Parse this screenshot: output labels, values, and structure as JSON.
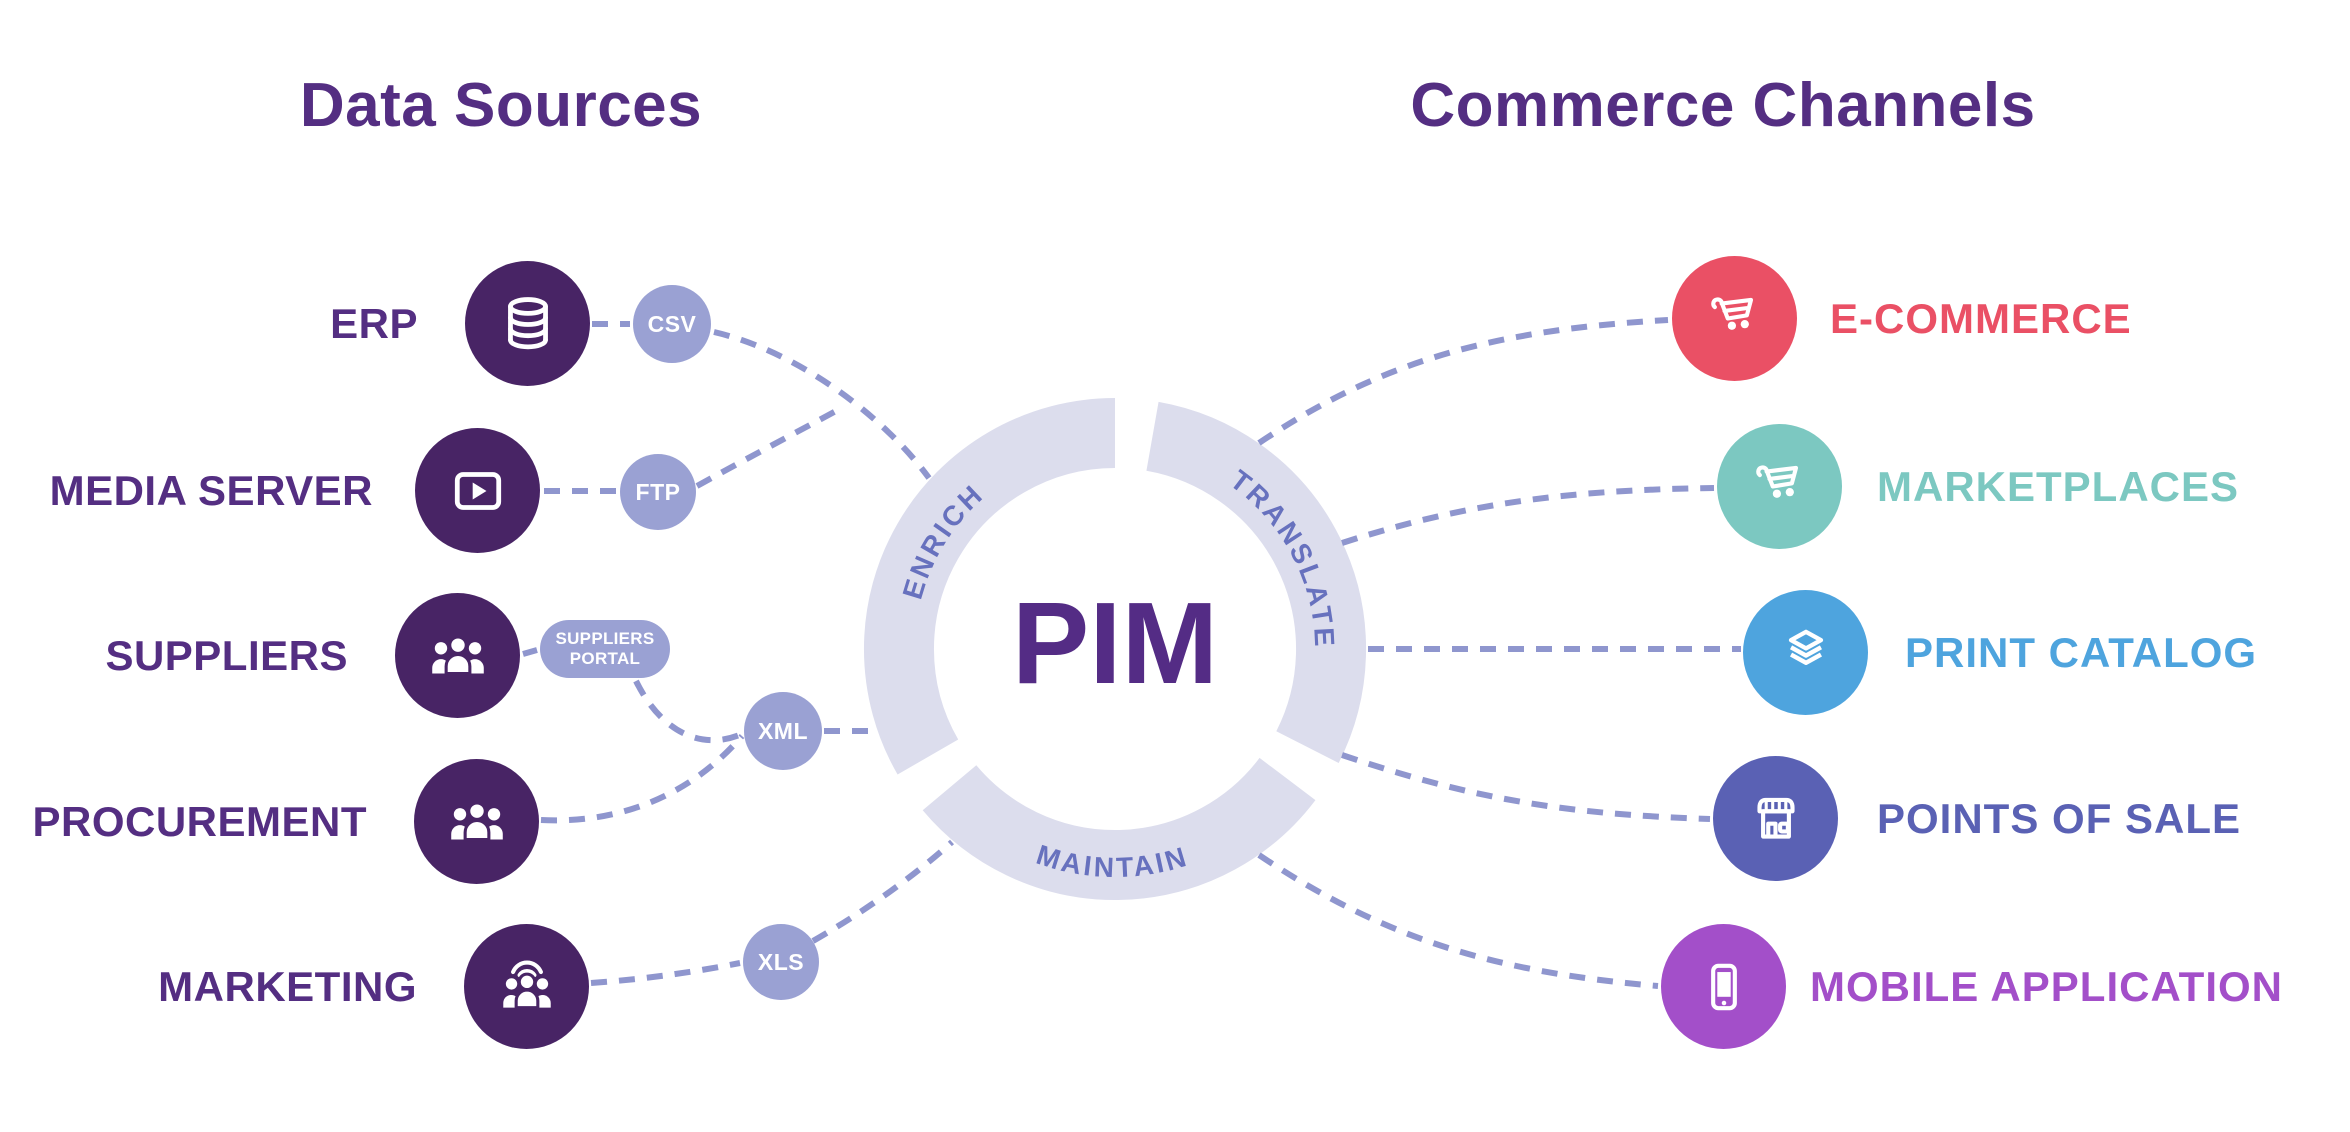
{
  "titles": {
    "data_sources": "Data Sources",
    "commerce_channels": "Commerce Channels"
  },
  "hub": {
    "label": "PIM",
    "processes": {
      "enrich": "ENRICH",
      "translate": "TRANSLATE",
      "maintain": "MAINTAIN"
    }
  },
  "data_sources": [
    {
      "label": "ERP",
      "icon": "database-icon",
      "connector_label": "CSV",
      "connector_type": "circle"
    },
    {
      "label": "MEDIA SERVER",
      "icon": "video-player-icon",
      "connector_label": "FTP",
      "connector_type": "circle"
    },
    {
      "label": "SUPPLIERS",
      "icon": "people-group-icon",
      "connector_label": "SUPPLIERS PORTAL",
      "connector_type": "pill"
    },
    {
      "label": "PROCUREMENT",
      "icon": "people-group-icon",
      "connector_label": "XML",
      "connector_type": "circle"
    },
    {
      "label": "MARKETING",
      "icon": "people-broadcast-icon",
      "connector_label": "XLS",
      "connector_type": "circle"
    }
  ],
  "commerce_channels": [
    {
      "label": "E-COMMERCE",
      "icon": "shopping-cart-icon",
      "color": "#ea5065"
    },
    {
      "label": "MARKETPLACES",
      "icon": "shopping-cart-icon",
      "color": "#7cc8c1"
    },
    {
      "label": "PRINT CATALOG",
      "icon": "layers-icon",
      "color": "#4ea4de"
    },
    {
      "label": "POINTS OF SALE",
      "icon": "storefront-icon",
      "color": "#5a61b4"
    },
    {
      "label": "MOBILE APPLICATION",
      "icon": "smartphone-icon",
      "color": "#a34fc9"
    }
  ],
  "colors": {
    "background": "#ffffff",
    "title_text": "#542e82",
    "source_icon_bg": "#482465",
    "source_label_text": "#542e82",
    "node_bg": "#9aa1d3",
    "node_text": "#ffffff",
    "ring": "#dcdded",
    "ring_label_text": "#6771be",
    "hub_text": "#542c85",
    "dashed_line": "#8f96ce"
  }
}
